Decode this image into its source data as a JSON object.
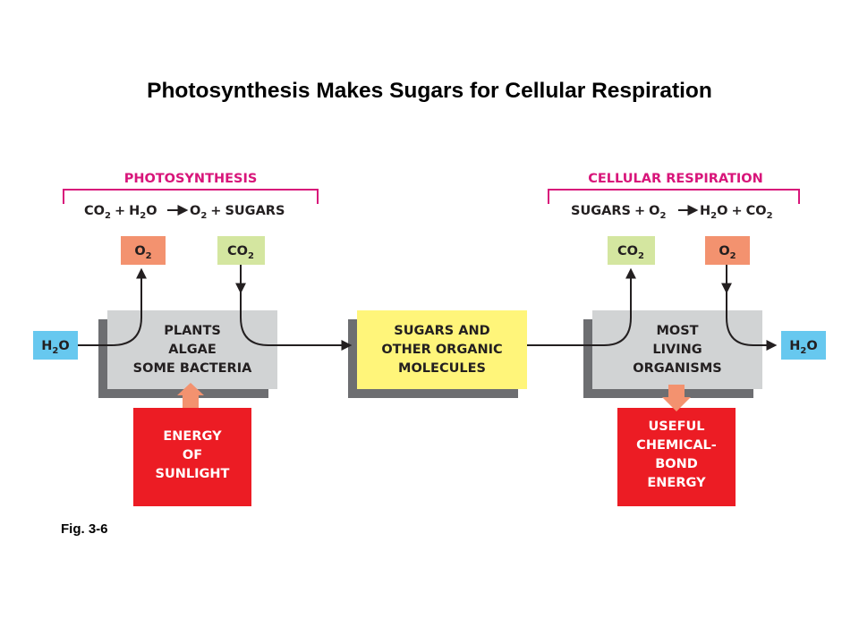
{
  "title": "Photosynthesis Makes Sugars for Cellular Respiration",
  "figure_label": "Fig. 3-6",
  "colors": {
    "magenta": "#d8157a",
    "gray_box": "#d1d3d4",
    "gray_shadow": "#6d6e71",
    "yellow_box": "#fff57a",
    "red_box": "#ec1c24",
    "salmon": "#f3926f",
    "green": "#d4e6a0",
    "blue": "#67c8ef"
  },
  "photosynthesis": {
    "header": "PHOTOSYNTHESIS",
    "equation": {
      "co2": "CO",
      "co2_sub": "2",
      "plus1": "+",
      "h2o_pre": "H",
      "h2o_sub": "2",
      "h2o_post": "O",
      "o2": "O",
      "o2_sub": "2",
      "plus2": "+",
      "sugars": "SUGARS"
    }
  },
  "respiration": {
    "header": "CELLULAR RESPIRATION",
    "equation": {
      "sugars": "SUGARS",
      "plus1": "+",
      "o2": "O",
      "o2_sub": "2",
      "h2o_pre": "H",
      "h2o_sub": "2",
      "h2o_post": "O",
      "plus2": "+",
      "co2": "CO",
      "co2_sub": "2"
    }
  },
  "chips": {
    "o2_left": {
      "main": "O",
      "sub": "2"
    },
    "co2_left": {
      "main": "CO",
      "sub": "2"
    },
    "co2_right": {
      "main": "CO",
      "sub": "2"
    },
    "o2_right": {
      "main": "O",
      "sub": "2"
    },
    "h2o_left": {
      "pre": "H",
      "sub": "2",
      "post": "O"
    },
    "h2o_right": {
      "pre": "H",
      "sub": "2",
      "post": "O"
    }
  },
  "boxes": {
    "plants": [
      "PLANTS",
      "ALGAE",
      "SOME BACTERIA"
    ],
    "sugars": [
      "SUGARS AND",
      "OTHER ORGANIC",
      "MOLECULES"
    ],
    "organisms": [
      "MOST",
      "LIVING",
      "ORGANISMS"
    ],
    "sunlight": [
      "ENERGY",
      "OF",
      "SUNLIGHT"
    ],
    "useful": [
      "USEFUL",
      "CHEMICAL-",
      "BOND",
      "ENERGY"
    ]
  }
}
